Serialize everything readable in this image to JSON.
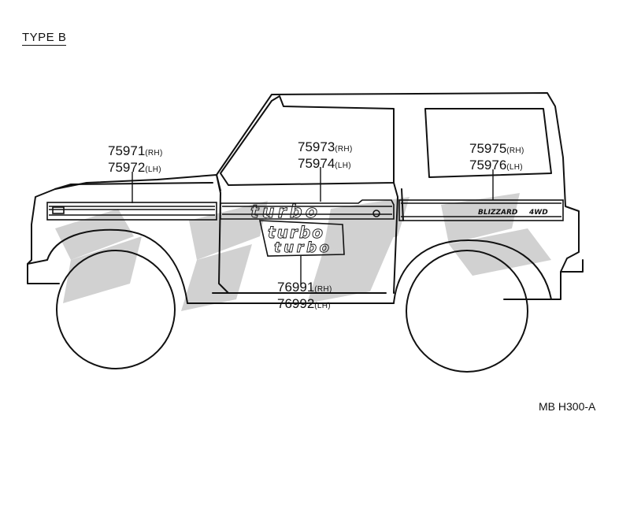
{
  "diagram": {
    "title": "TYPE B",
    "code": "MB H300-A",
    "parts": [
      {
        "rh_no": "75971",
        "rh": "(RH)",
        "lh_no": "75972",
        "lh": "(LH)"
      },
      {
        "rh_no": "75973",
        "rh": "(RH)",
        "lh_no": "75974",
        "lh": "(LH)"
      },
      {
        "rh_no": "75975",
        "rh": "(RH)",
        "lh_no": "75976",
        "lh": "(LH)"
      },
      {
        "rh_no": "76991",
        "rh": "(RH)",
        "lh_no": "76992",
        "lh": "(LH)"
      }
    ],
    "decal_texts": {
      "turbo_stripe": "turbo",
      "turbo_panel_1": "turbo",
      "turbo_panel_2": "turbo",
      "blizzard": "BLIZZARD",
      "awd": "4WD"
    }
  },
  "colors": {
    "line": "#111111",
    "watermark": "#c9c9c9"
  }
}
